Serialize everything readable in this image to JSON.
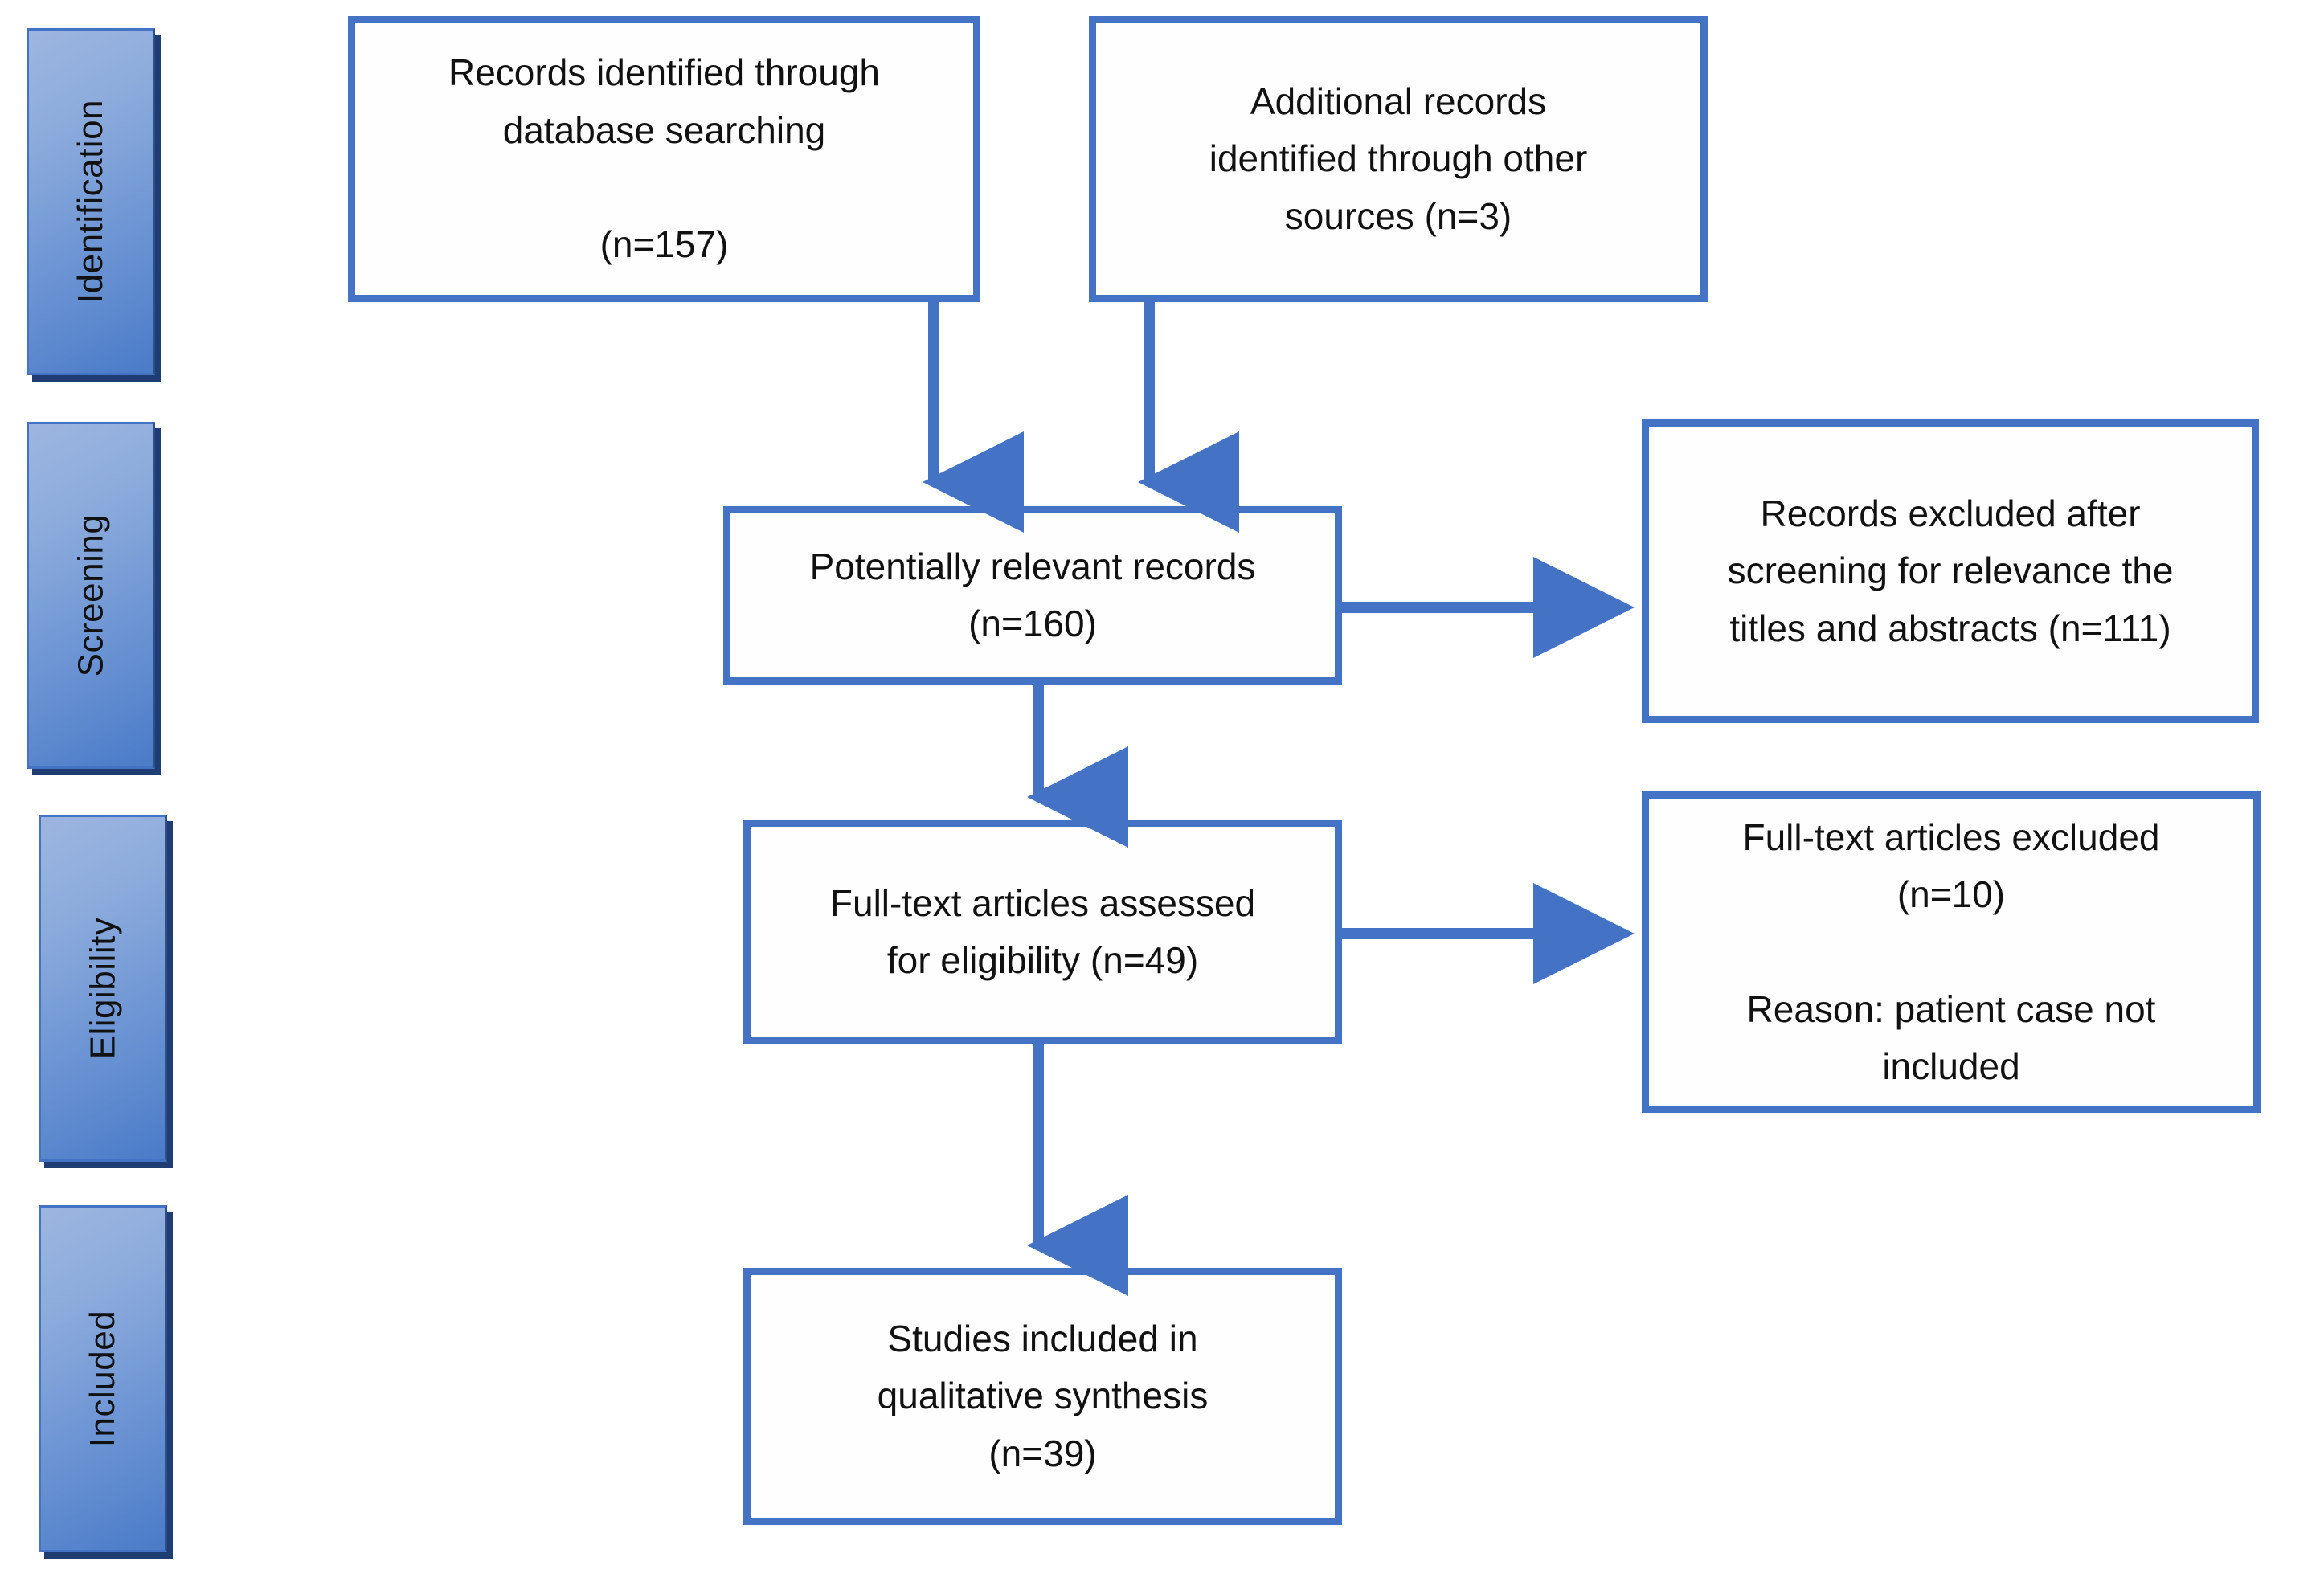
{
  "diagram": {
    "title": "PRISMA flow diagram",
    "accent_color": "#4472C4",
    "pill_gradient_from": "#9DB6E0",
    "pill_gradient_to": "#4A7BC8",
    "pill_shadow_color": "#1F3D73",
    "box_border_color": "#4472C4",
    "box_fill_color": "#FEFEFE",
    "text_color": "#111111",
    "background_color": "#FFFFFF"
  },
  "stages": [
    {
      "id": "identification",
      "label": "Identification"
    },
    {
      "id": "screening",
      "label": "Screening"
    },
    {
      "id": "eligibility",
      "label": "Eligibility"
    },
    {
      "id": "included",
      "label": "Included"
    }
  ],
  "boxes": {
    "database_records": {
      "id": "records-identified-database",
      "text": "Records identified through\ndatabase searching\n\n(n=157)",
      "n": 157
    },
    "other_records": {
      "id": "additional-records-other-sources",
      "text": "Additional records\nidentified through other\nsources (n=3)",
      "n": 3
    },
    "potentially_relevant": {
      "id": "potentially-relevant-records",
      "text": "Potentially relevant records\n(n=160)",
      "n": 160
    },
    "records_excluded": {
      "id": "records-excluded-screening",
      "text": "Records excluded after\nscreening for relevance the\ntitles and abstracts (n=111)",
      "n": 111
    },
    "fulltext_assessed": {
      "id": "fulltext-articles-assessed",
      "text": "Full-text articles assessed\nfor eligibility (n=49)",
      "n": 49
    },
    "fulltext_excluded": {
      "id": "fulltext-articles-excluded",
      "text": "Full-text articles excluded\n(n=10)\n\nReason: patient case not\nincluded",
      "n": 10
    },
    "studies_included": {
      "id": "studies-included-qualitative",
      "text": "Studies included in\nqualitative synthesis\n(n=39)",
      "n": 39
    }
  },
  "connectors": [
    {
      "id": "database-to-potential",
      "from": "database_records",
      "to": "potentially_relevant",
      "direction": "down"
    },
    {
      "id": "other-to-potential",
      "from": "other_records",
      "to": "potentially_relevant",
      "direction": "down"
    },
    {
      "id": "potential-to-excluded",
      "from": "potentially_relevant",
      "to": "records_excluded",
      "direction": "right"
    },
    {
      "id": "potential-to-fulltext",
      "from": "potentially_relevant",
      "to": "fulltext_assessed",
      "direction": "down"
    },
    {
      "id": "fulltext-to-excluded",
      "from": "fulltext_assessed",
      "to": "fulltext_excluded",
      "direction": "right"
    },
    {
      "id": "fulltext-to-included",
      "from": "fulltext_assessed",
      "to": "studies_included",
      "direction": "down"
    }
  ]
}
